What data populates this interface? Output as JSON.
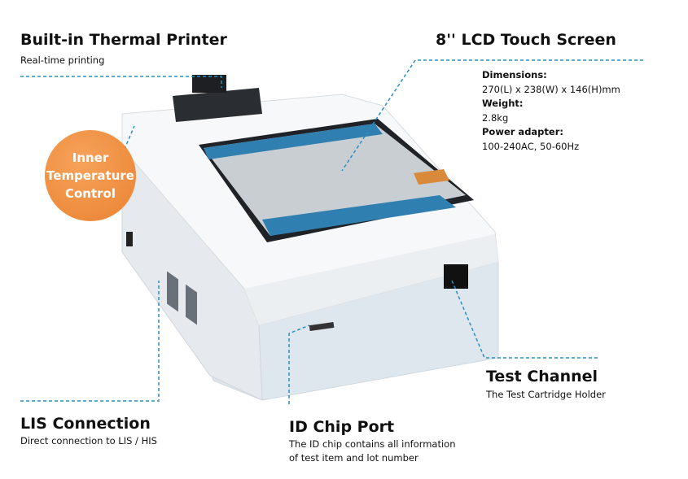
{
  "printer": {
    "title": "Built-in Thermal Printer",
    "subtitle": "Real-time printing"
  },
  "screen": {
    "title": "8'' LCD Touch Screen"
  },
  "specs": {
    "dimensions_label": "Dimensions:",
    "dimensions_value": "270(L) x 238(W) x 146(H)mm",
    "weight_label": "Weight:",
    "weight_value": "2.8kg",
    "power_label": "Power adapter:",
    "power_value": "100-240AC, 50-60Hz"
  },
  "temperature": {
    "line1": "Inner",
    "line2": "Temperature",
    "line3": "Control"
  },
  "lis": {
    "title": "LIS Connection",
    "subtitle": "Direct connection to LIS / HIS"
  },
  "id_chip": {
    "title": "ID Chip Port",
    "line1": "The ID chip contains all information",
    "line2": "of test item and lot number"
  },
  "test_channel": {
    "title": "Test Channel",
    "subtitle": "The Test Cartridge Holder"
  },
  "colors": {
    "accent_orange": "#ea8232",
    "callout_line": "#2a8fc0",
    "screen_blue": "#2f7fb0"
  }
}
